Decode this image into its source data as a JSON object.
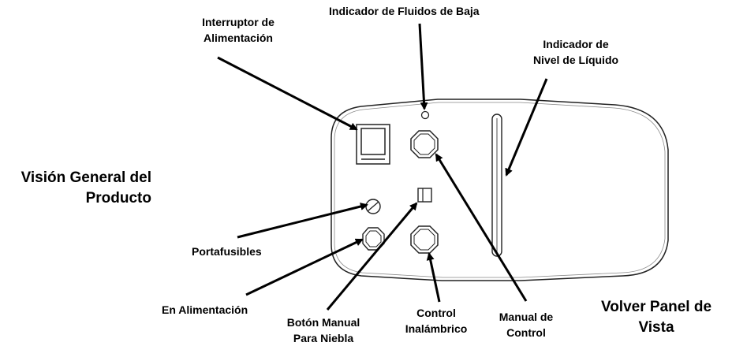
{
  "product_overview": {
    "line1": "Visión General del",
    "line2": "Producto"
  },
  "back_panel_view": {
    "line1": "Volver Panel de",
    "line2": "Vista"
  },
  "callouts": {
    "power_switch": {
      "line1": "Interruptor de",
      "line2": "Alimentación"
    },
    "low_fluid_indicator": {
      "line1": "Indicador de Fluidos de Baja"
    },
    "liquid_level_indicator": {
      "line1": "Indicador de",
      "line2": "Nivel de Líquido"
    },
    "fuse_holder": {
      "line1": "Portafusibles"
    },
    "power_in": {
      "line1": "En Alimentación"
    },
    "manual_fog_button": {
      "line1": "Botón Manual",
      "line2": "Para Niebla"
    },
    "wireless_control": {
      "line1": "Control",
      "line2": "Inalámbrico"
    },
    "manual_control": {
      "line1": "Manual de",
      "line2": "Control"
    }
  },
  "colors": {
    "outline": "#222222",
    "arrow": "#000000"
  }
}
